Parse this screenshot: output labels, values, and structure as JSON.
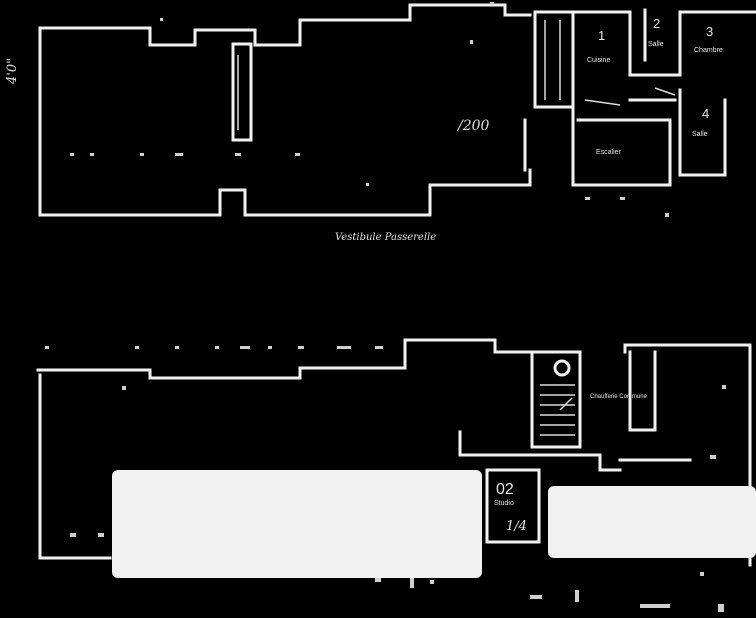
{
  "upper_plan": {
    "dimension_left": "4'0\"",
    "room_number": "/200",
    "corridor_note": "Vestibule Passerelle",
    "rooms": [
      {
        "name": "1",
        "label": "Cuisine"
      },
      {
        "name": "2",
        "label": "Salle"
      },
      {
        "name": "3",
        "label": "Chambre"
      },
      {
        "name": "4",
        "label": "Salle"
      }
    ],
    "stair_label": "Escalier"
  },
  "lower_plan": {
    "room_number": "02",
    "room_label": "Studio",
    "room_fraction": "1/4",
    "service_label": "Chaufferie Commune"
  }
}
